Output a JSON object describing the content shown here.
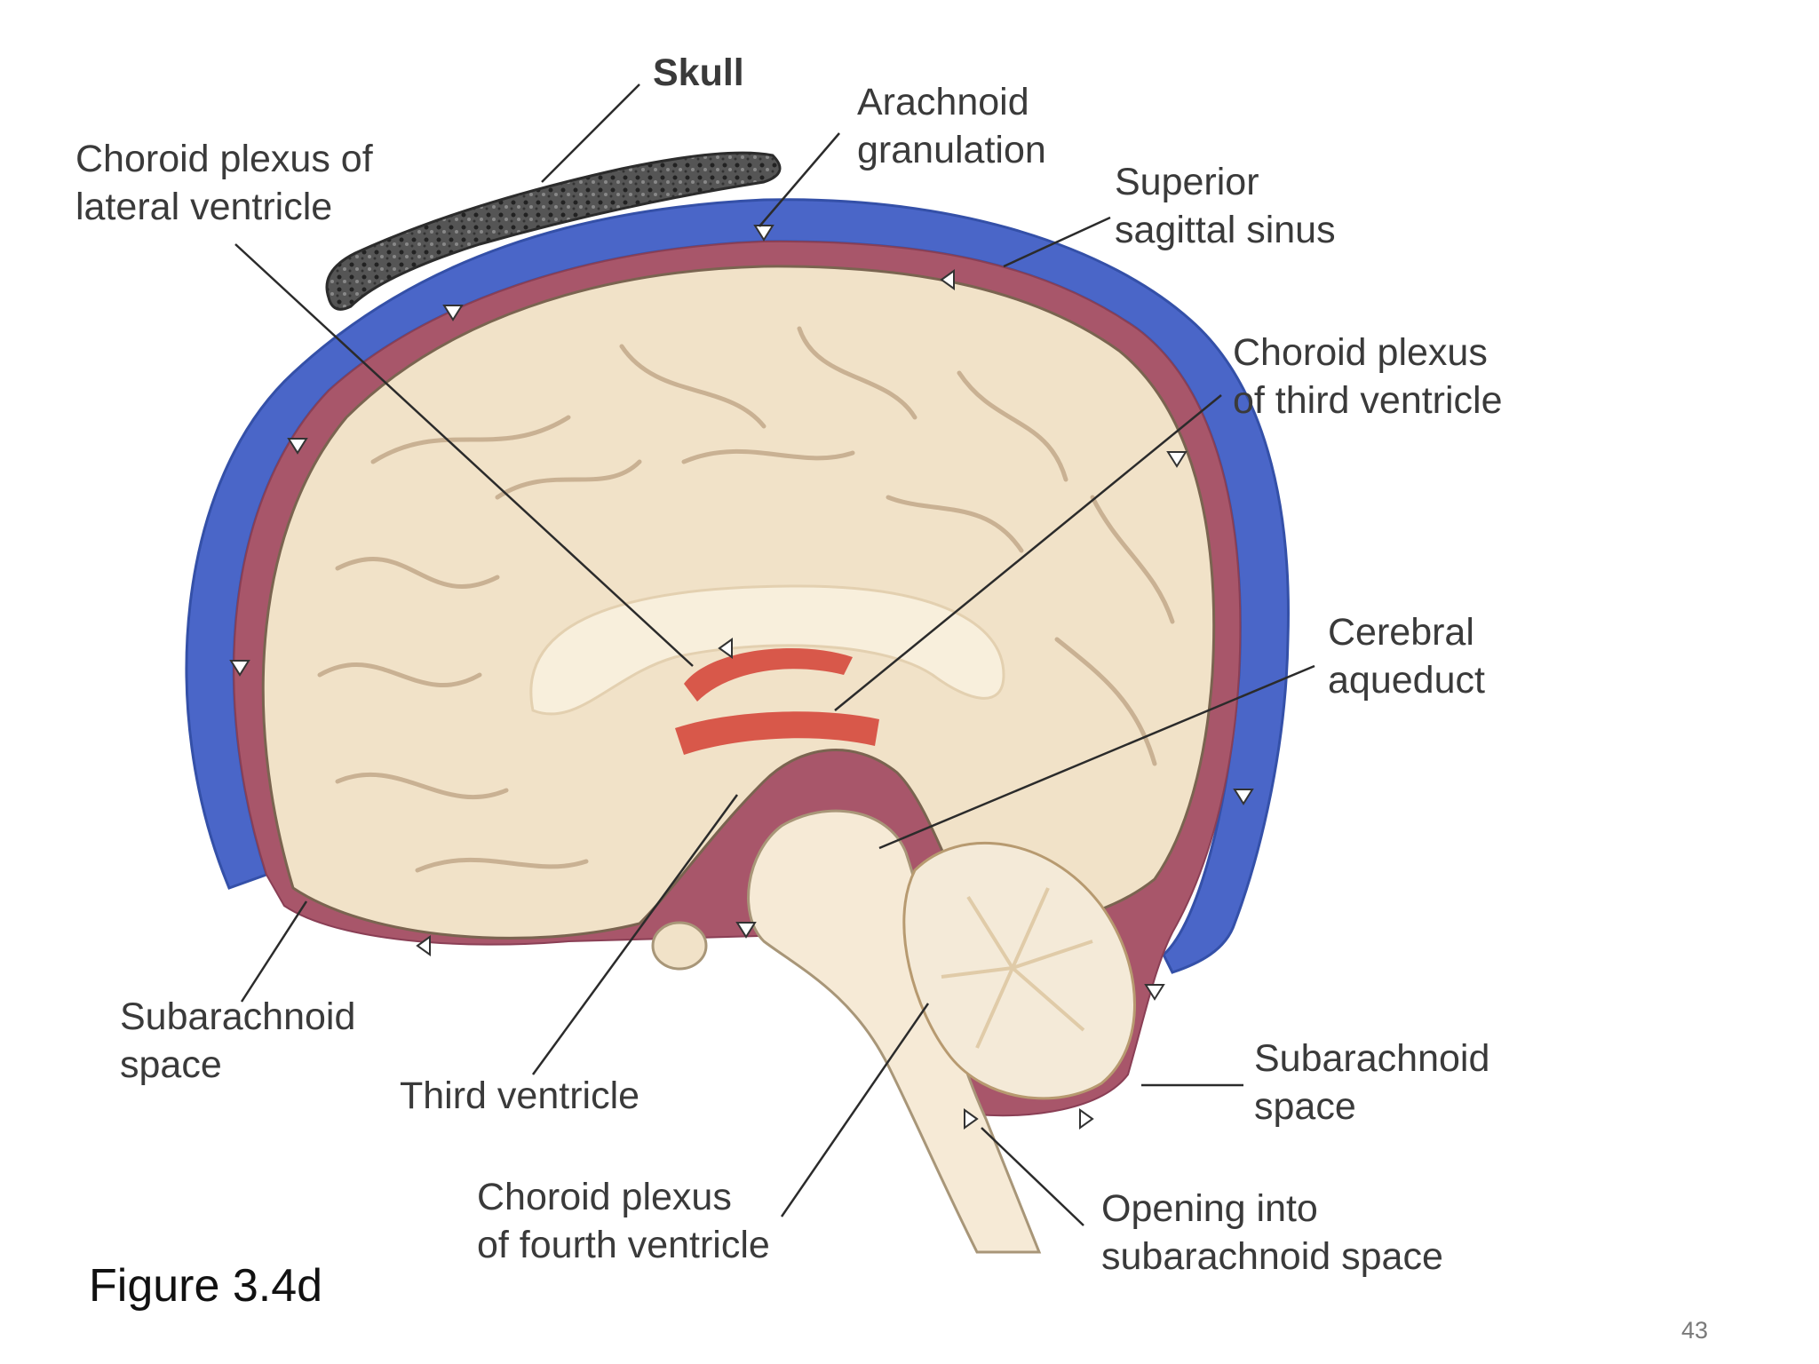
{
  "labels": {
    "skull": "Skull",
    "arachnoid_granulation": [
      "Arachnoid",
      "granulation"
    ],
    "choroid_lateral": [
      "Choroid plexus of",
      "lateral ventricle"
    ],
    "superior_sagittal_sinus": [
      "Superior",
      "sagittal sinus"
    ],
    "choroid_third": [
      "Choroid plexus",
      "of third ventricle"
    ],
    "cerebral_aqueduct": [
      "Cerebral",
      "aqueduct"
    ],
    "subarachnoid_left": [
      "Subarachnoid",
      "space"
    ],
    "third_ventricle": "Third ventricle",
    "subarachnoid_right": [
      "Subarachnoid",
      "space"
    ],
    "choroid_fourth": [
      "Choroid plexus",
      "of fourth ventricle"
    ],
    "opening": [
      "Opening into",
      "subarachnoid space"
    ]
  },
  "figure_caption": "Figure 3.4d",
  "page_number": "43",
  "colors": {
    "sinus_blue": "#4a66c8",
    "subarachnoid_mauve": "#a8566a",
    "brain": "#f1e2c8",
    "white_matter": "#f8efdc",
    "choroid_red": "#d8584a",
    "skull": "#444444",
    "leader_line": "#2b2b2b"
  }
}
